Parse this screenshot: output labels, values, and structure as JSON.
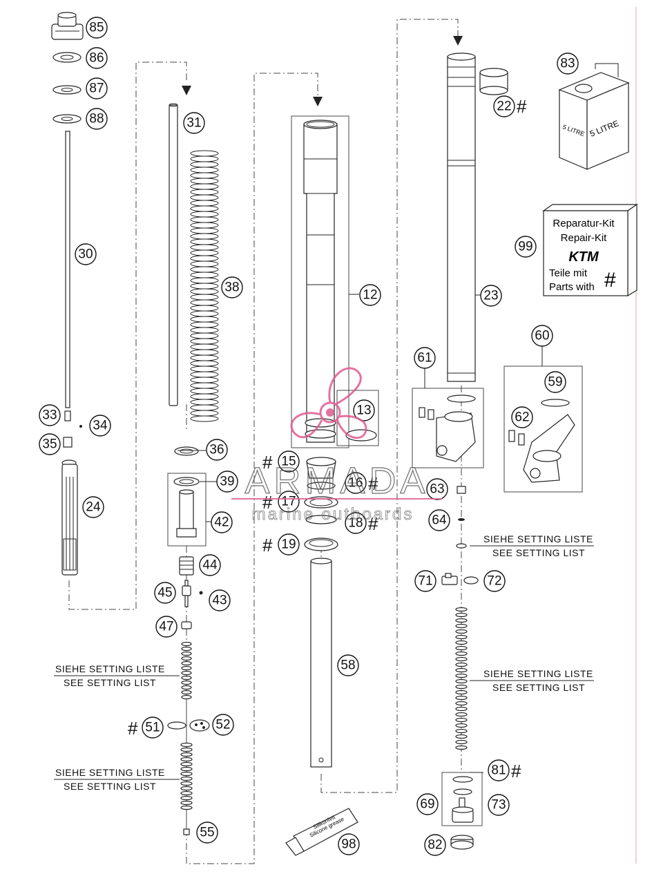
{
  "diagram": {
    "setting_note": {
      "de": "SIEHE SETTING LISTE",
      "en": "SEE SETTING LIST"
    },
    "hash_symbol": "#",
    "repair_kit": {
      "line1": "Reparatur-Kit",
      "line2": "Repair-Kit",
      "brand": "KTM",
      "line3": "Teile mit",
      "line4": "Parts with",
      "symbol": "#"
    },
    "oil_can": {
      "label_side": "5 LITRE",
      "label_front": "5 LITRE"
    },
    "grease_tube": {
      "line1": "Silikonfett",
      "line2": "Silicone grease"
    },
    "watermark": {
      "title": "ARMADA",
      "subtitle": "marine outboards",
      "color": "#e05a90"
    },
    "parts": {
      "p85": "85",
      "p86": "86",
      "p87": "87",
      "p88": "88",
      "p30": "30",
      "p33": "33",
      "p34": "34",
      "p35": "35",
      "p24": "24",
      "p31": "31",
      "p38": "38",
      "p36": "36",
      "p39": "39",
      "p42": "42",
      "p44": "44",
      "p45": "45",
      "p43": "43",
      "p47": "47",
      "p51": "51",
      "p52": "52",
      "p55": "55",
      "p12": "12",
      "p13": "13",
      "p15": "15",
      "p16": "16",
      "p17": "17",
      "p18": "18",
      "p19": "19",
      "p58": "58",
      "p98": "98",
      "p22": "22",
      "p23": "23",
      "p61": "61",
      "p63": "63",
      "p64": "64",
      "p71": "71",
      "p72": "72",
      "p81": "81",
      "p73": "73",
      "p69": "69",
      "p82": "82",
      "p83": "83",
      "p99": "99",
      "p60": "60",
      "p59": "59",
      "p62": "62"
    }
  }
}
